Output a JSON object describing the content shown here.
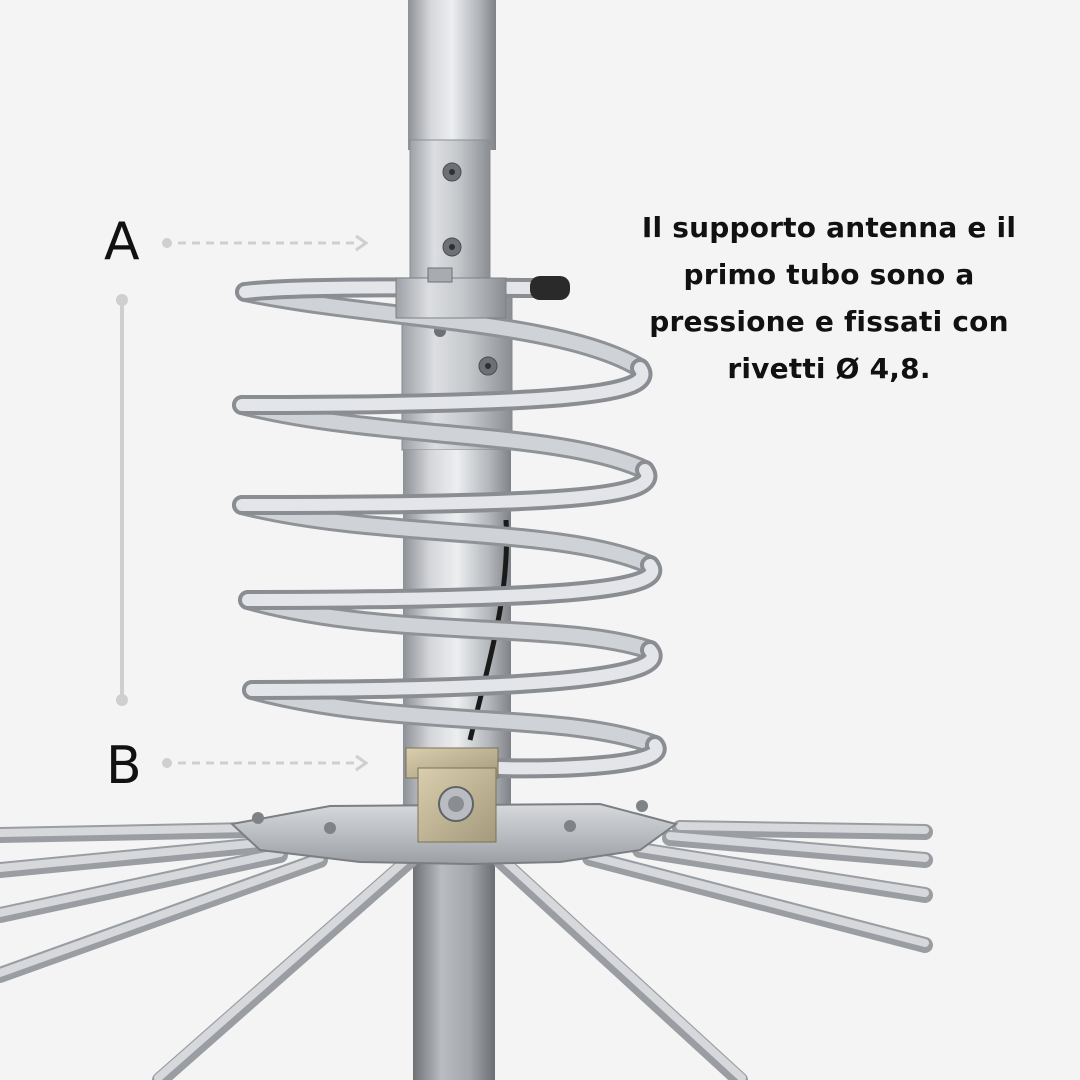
{
  "labels": {
    "top": "A",
    "bottom": "B"
  },
  "caption": {
    "lines": [
      "Il supporto antenna e il",
      "primo tubo sono a",
      "pressione e fissati con",
      "rivetti Ø 4,8."
    ]
  },
  "colors": {
    "background": "#f4f4f4",
    "text": "#111111",
    "marker": "#cfcfcf",
    "aluminium": "#b9bcc0"
  }
}
